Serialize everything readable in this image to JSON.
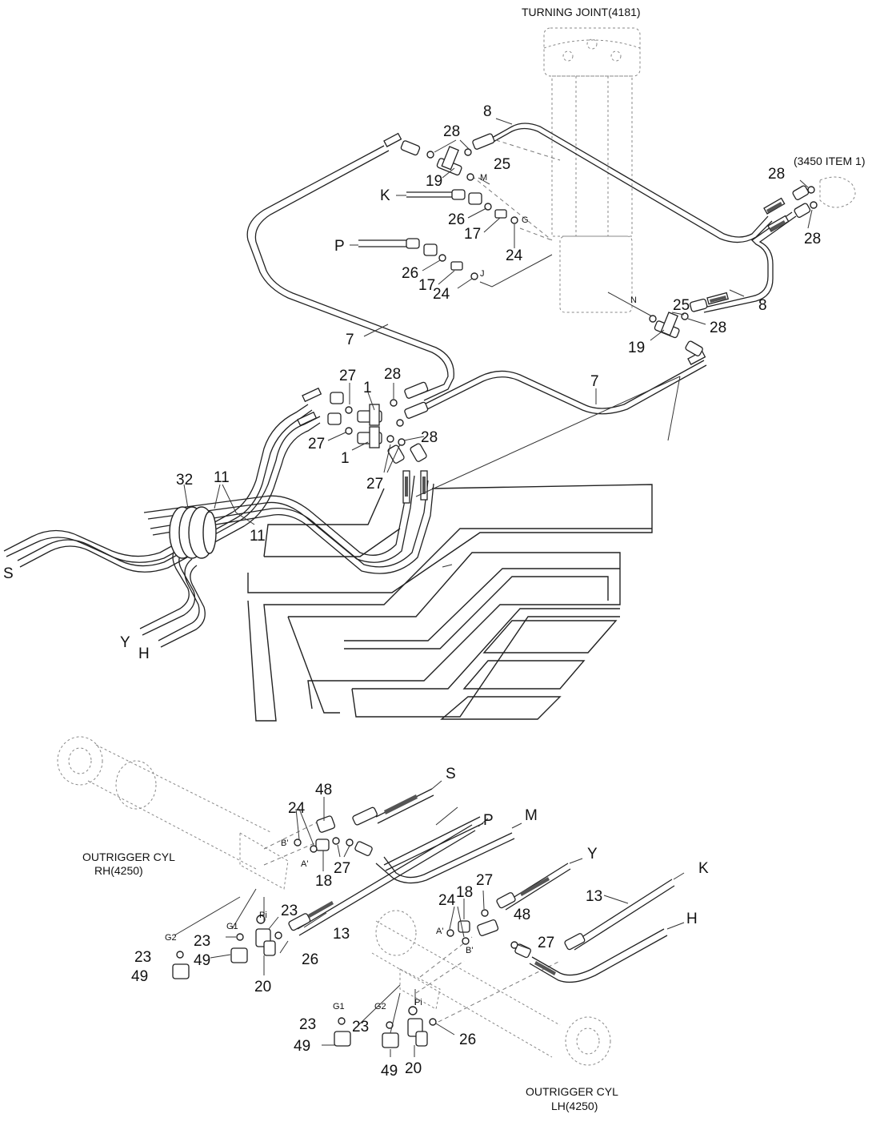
{
  "captions": {
    "turning_joint": "TURNING JOINT(4181)",
    "item_3450": "(3450 ITEM 1)",
    "outrigger_rh_1": "OUTRIGGER CYL",
    "outrigger_rh_2": "RH(4250)",
    "outrigger_lh_1": "OUTRIGGER CYL",
    "outrigger_lh_2": "LH(4250)"
  },
  "ports": {
    "S": "S",
    "Y": "Y",
    "H": "H",
    "K": "K",
    "P": "P",
    "M": "M",
    "G": "G",
    "J": "J",
    "N": "N",
    "A": "A'",
    "B": "B'",
    "G1": "G1",
    "G2": "G2",
    "Pi": "Pi"
  },
  "parts": {
    "p1": "1",
    "p7": "7",
    "p8": "8",
    "p11": "11",
    "p13": "13",
    "p17": "17",
    "p18": "18",
    "p19": "19",
    "p20": "20",
    "p23": "23",
    "p24": "24",
    "p25": "25",
    "p26": "26",
    "p27": "27",
    "p28": "28",
    "p32": "32",
    "p48": "48",
    "p49": "49"
  }
}
